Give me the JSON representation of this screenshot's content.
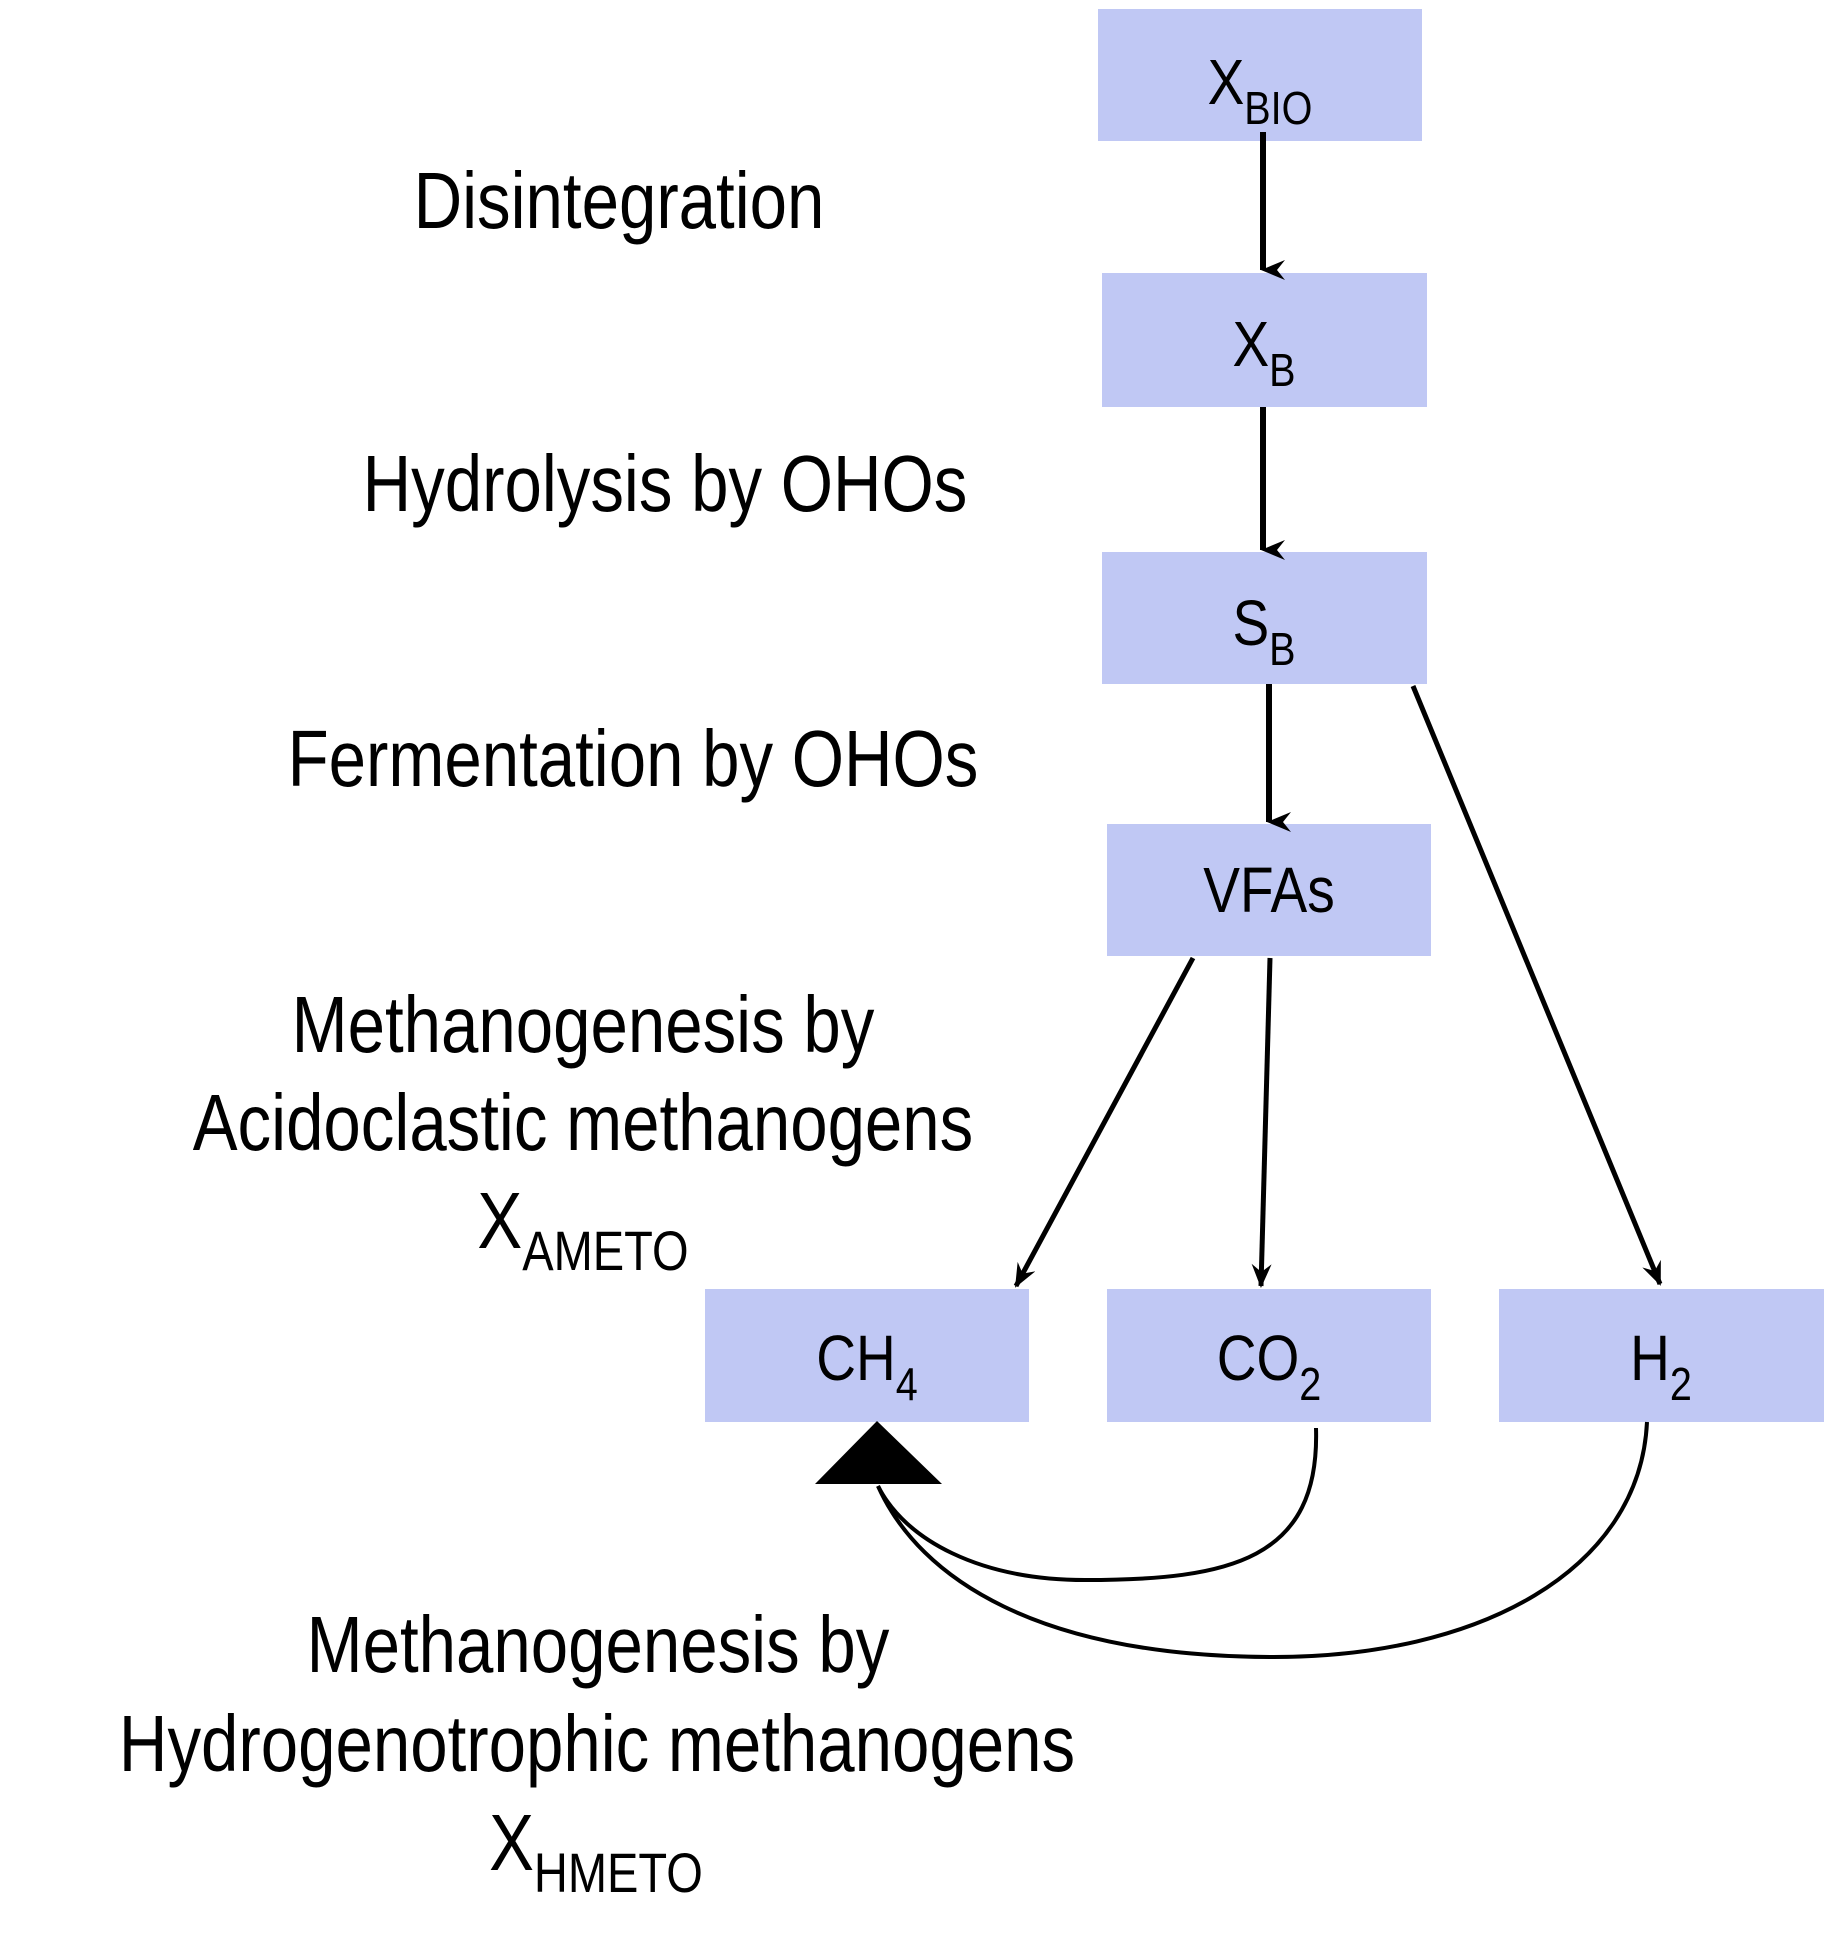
{
  "colors": {
    "node_fill": "#c0c8f4",
    "line": "#000000",
    "background": "#ffffff"
  },
  "nodes": {
    "xbio": {
      "main": "X",
      "sub": "BIO"
    },
    "xb": {
      "main": "X",
      "sub": "B"
    },
    "sb": {
      "main": "S",
      "sub": "B"
    },
    "vfas": {
      "main": "VFAs",
      "sub": ""
    },
    "ch4": {
      "main": "CH",
      "sub": "4"
    },
    "co2": {
      "main": "CO",
      "sub": "2"
    },
    "h2": {
      "main": "H",
      "sub": "2"
    }
  },
  "processes": {
    "disintegration": "Disintegration",
    "hydrolysis": "Hydrolysis by OHOs",
    "fermentation": "Fermentation by OHOs",
    "acidoclastic": {
      "line1": "Methanogenesis by",
      "line2": "Acidoclastic methanogens",
      "symbol_main": "X",
      "symbol_sub": "AMETO"
    },
    "hydrogenotrophic": {
      "line1": "Methanogenesis by",
      "line2": "Hydrogenotrophic methanogens",
      "symbol_main": "X",
      "symbol_sub": "HMETO"
    }
  },
  "edges": [
    {
      "from": "xbio",
      "to": "xb"
    },
    {
      "from": "xb",
      "to": "sb"
    },
    {
      "from": "sb",
      "to": "vfas"
    },
    {
      "from": "sb",
      "to": "h2"
    },
    {
      "from": "vfas",
      "to": "ch4"
    },
    {
      "from": "vfas",
      "to": "co2"
    },
    {
      "from": "co2",
      "to": "ch4"
    },
    {
      "from": "h2",
      "to": "ch4"
    }
  ]
}
